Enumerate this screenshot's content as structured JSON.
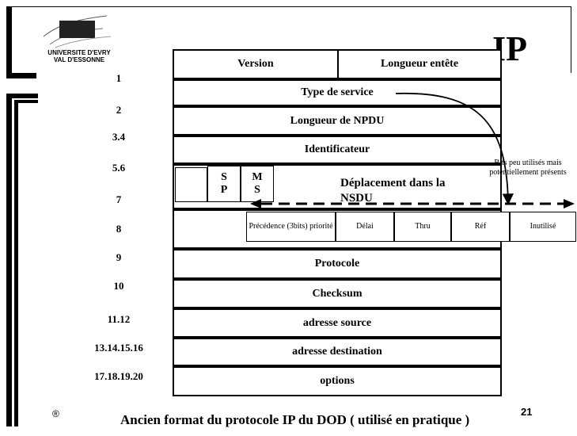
{
  "university": {
    "line1": "UNIVERSITE D'EVRY",
    "line2": "VAL D'ESSONNE"
  },
  "slide_title": "IP",
  "row_numbers": [
    "1",
    "2",
    "3.4",
    "5.6",
    "7",
    "8",
    "9",
    "10",
    "11.12",
    "13.14.15.16",
    "17.18.19.20"
  ],
  "fields": {
    "version": "Version",
    "longueur_entete": "Longueur entête",
    "type_service": "Type de service",
    "longueur_npdu": "Longueur de NPDU",
    "identificateur": "Identificateur",
    "sp": "S P",
    "ms": "M S",
    "deplacement": "Déplacement dans la NSDU",
    "protocole": "Protocole",
    "checksum": "Checksum",
    "adresse_source": "adresse source",
    "adresse_destination": "adresse destination",
    "options": "options"
  },
  "service_bits": {
    "precedence": "Précédence (3bits) priorité",
    "delai": "Délai",
    "thru": "Thru",
    "ref": "Réf",
    "inutilise": "Inutilisé"
  },
  "annotation": "Bits peu utilisés mais potentiellement présents",
  "caption": "Ancien format du protocole IP du DOD ( utilisé en pratique )",
  "page_number": "21",
  "registered_mark": "®"
}
